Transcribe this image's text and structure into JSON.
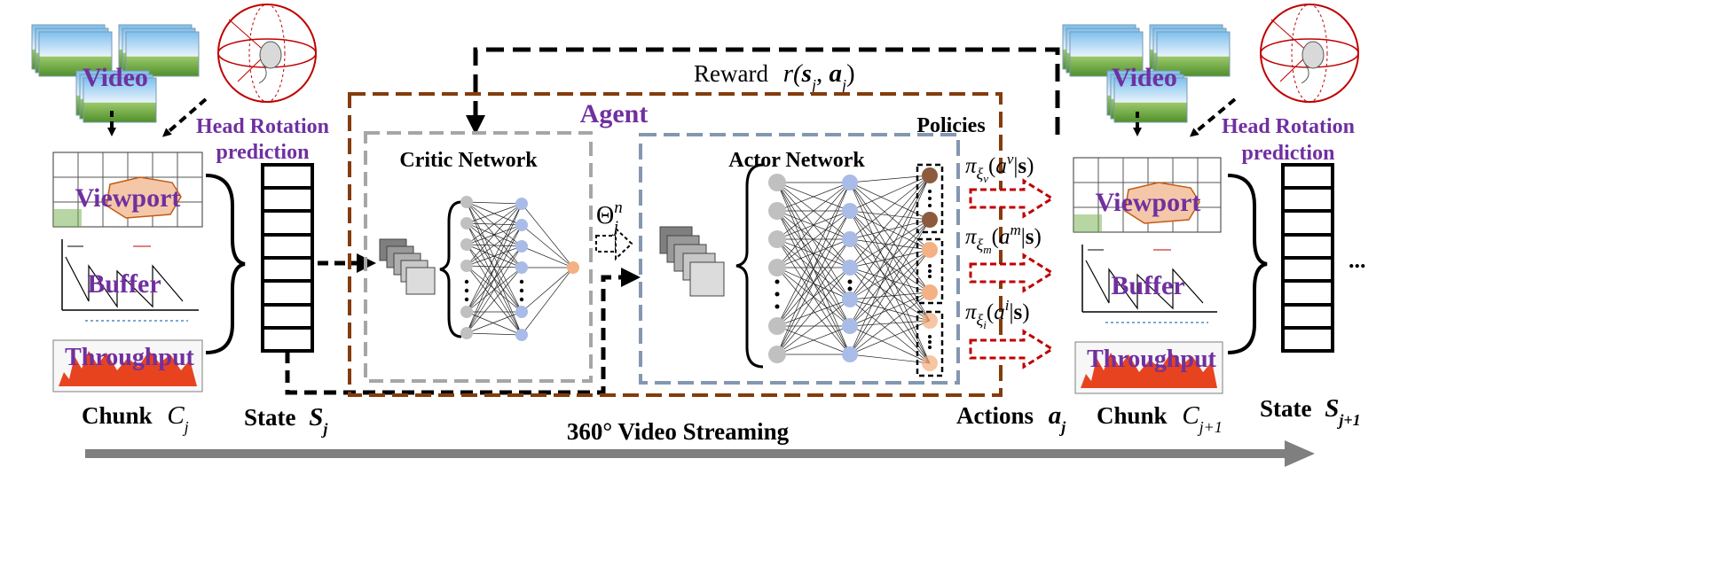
{
  "labels": {
    "video_left": "Video",
    "video_right": "Video",
    "head_rotation_left_1": "Head Rotation",
    "head_rotation_left_2": "prediction",
    "head_rotation_right_1": "Head Rotation",
    "head_rotation_right_2": "prediction",
    "viewport_left": "Viewport",
    "viewport_right": "Viewport",
    "buffer_left": "Buffer",
    "buffer_right": "Buffer",
    "throughput_left": "Throughput",
    "throughput_right": "Throughput",
    "reward_word": "Reward",
    "reward_formula": "r(s_j, a_j)",
    "agent": "Agent",
    "policies": "Policies",
    "critic_network": "Critic Network",
    "actor_network": "Actor Network",
    "theta": "Θ_j^n",
    "pi_v": "π_ξv(a^v|s)",
    "pi_m": "π_ξm(a^m|s)",
    "pi_i": "π_ξi(a^i|s)",
    "chunk_left_word": "Chunk",
    "chunk_left_sym": "C_j",
    "chunk_right_word": "Chunk",
    "chunk_right_sym": "C_j+1",
    "state_left_word": "State",
    "state_left_sym": "S_j",
    "state_right_word": "State",
    "state_right_sym": "S_j+1",
    "actions_word": "Actions",
    "actions_sym": "a_j",
    "ellipsis": "...",
    "streaming": "360° Video Streaming"
  },
  "colors": {
    "purple_label": "#7030a0",
    "agent_border": "#843c0c",
    "critic_border": "#a6a6a6",
    "actor_border": "#8497b0",
    "policy_arrow": "#c00000",
    "node_gray": "#c0c0c0",
    "node_blue": "#a9bce8",
    "node_orange": "#f4b183",
    "node_brown": "#8c5a3c",
    "timeline": "#7f7f7f"
  }
}
